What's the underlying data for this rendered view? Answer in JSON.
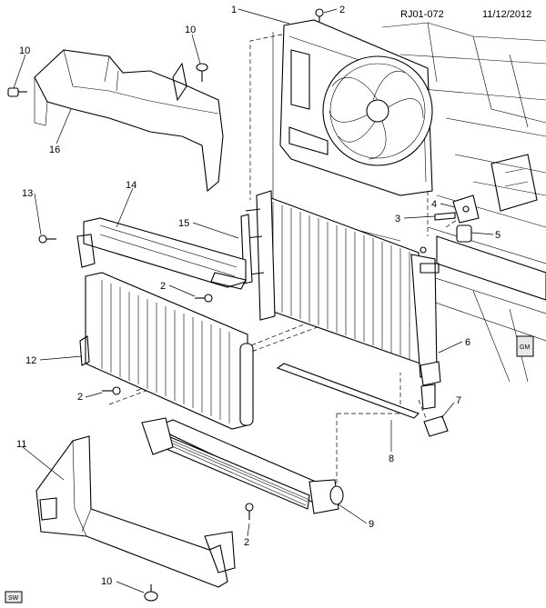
{
  "header": {
    "diagram_id": "RJ01-072",
    "date": "11/12/2012"
  },
  "badges": {
    "sw": "SW",
    "gm": "GM"
  },
  "callouts": [
    {
      "key": "c1",
      "text": "1"
    },
    {
      "key": "c2a",
      "text": "2"
    },
    {
      "key": "c10a",
      "text": "10"
    },
    {
      "key": "c10b",
      "text": "10"
    },
    {
      "key": "c16",
      "text": "16"
    },
    {
      "key": "c13",
      "text": "13"
    },
    {
      "key": "c14",
      "text": "14"
    },
    {
      "key": "c15",
      "text": "15"
    },
    {
      "key": "c4",
      "text": "4"
    },
    {
      "key": "c3",
      "text": "3"
    },
    {
      "key": "c5",
      "text": "5"
    },
    {
      "key": "c2b",
      "text": "2"
    },
    {
      "key": "c12",
      "text": "12"
    },
    {
      "key": "c6",
      "text": "6"
    },
    {
      "key": "c2c",
      "text": "2"
    },
    {
      "key": "c7",
      "text": "7"
    },
    {
      "key": "c8",
      "text": "8"
    },
    {
      "key": "c11",
      "text": "11"
    },
    {
      "key": "c9",
      "text": "9"
    },
    {
      "key": "c2d",
      "text": "2"
    },
    {
      "key": "c10c",
      "text": "10"
    }
  ]
}
